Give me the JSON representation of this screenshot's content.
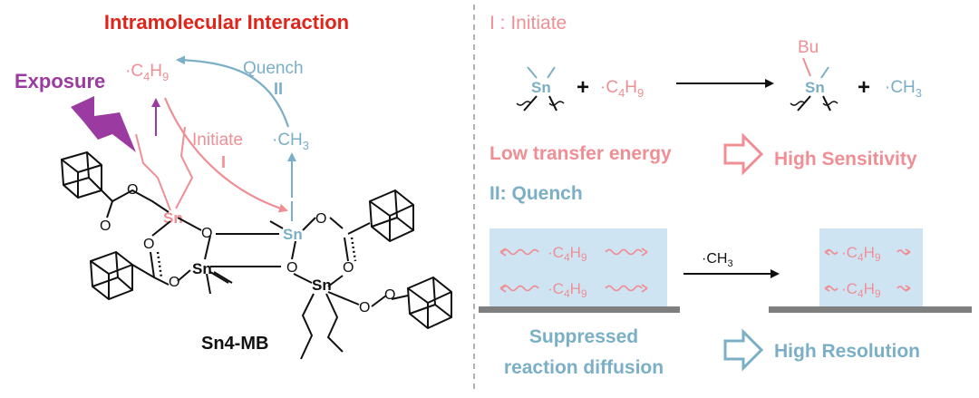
{
  "left": {
    "title": "Intramolecular Interaction",
    "exposure": "Exposure",
    "c4h9_prefix": "·C",
    "c4h9_sub1": "4",
    "c4h9_mid": "H",
    "c4h9_sub2": "9",
    "ch3_prefix": "·CH",
    "ch3_sub": "3",
    "quench": "Quench",
    "quench_num": "II",
    "initiate": "Initiate",
    "initiate_num": "I",
    "sn": "Sn",
    "o": "O",
    "label": "Sn4-MB"
  },
  "right": {
    "initiate_title": "I : Initiate",
    "plus": "+",
    "c4h9_prefix": "·C",
    "c4h9_sub1": "4",
    "c4h9_mid": "H",
    "c4h9_sub2": "9",
    "ch3_prefix": "·CH",
    "ch3_sub": "3",
    "bu": "Bu",
    "sn": "Sn",
    "low_energy": "Low transfer energy",
    "high_sensitivity": "High Sensitivity",
    "quench_title": "II: Quench",
    "suppressed_1": "Suppressed",
    "suppressed_2": "reaction diffusion",
    "high_resolution": "High Resolution"
  },
  "colors": {
    "red": "#e2231a",
    "pink": "#ef8f95",
    "blue": "#7aafc6",
    "purple": "#9b3aa0",
    "box": "#cfe4f2",
    "bar": "#7f7f7f"
  }
}
